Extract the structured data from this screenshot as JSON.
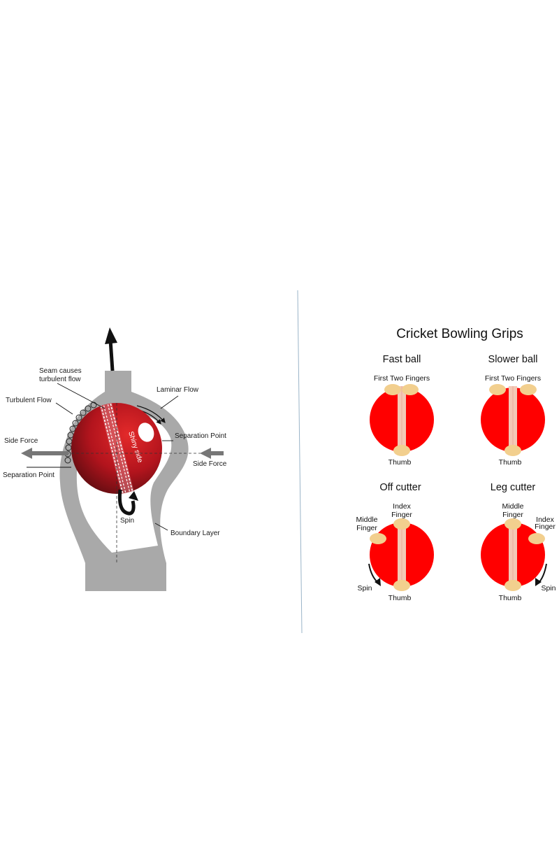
{
  "left_diagram": {
    "labels": {
      "seam_causes": "Seam causes",
      "turbulent_flow_small": "turbulent flow",
      "turbulent_flow": "Turbulent Flow",
      "laminar_flow": "Laminar Flow",
      "side_force_left": "Side Force",
      "side_force_right": "Side Force",
      "separation_point_left": "Separation Point",
      "separation_point_right": "Separation Point",
      "shiny_side": "Shiny side",
      "spin": "Spin",
      "boundary_layer": "Boundary Layer"
    },
    "colors": {
      "flow": "#a9a9a9",
      "ball": "#c0181e",
      "ball_dark": "#6a0f14",
      "arrow": "#777777"
    }
  },
  "grips": {
    "title": "Cricket Bowling Grips",
    "items": [
      {
        "name": "Fast ball",
        "top": "First Two Fingers",
        "bottom": "Thumb"
      },
      {
        "name": "Slower ball",
        "top": "First Two Fingers",
        "bottom": "Thumb"
      },
      {
        "name": "Off cutter",
        "top": "Index",
        "top2": "Finger",
        "side": "Middle",
        "side2": "Finger",
        "bottom": "Thumb",
        "spin": "Spin"
      },
      {
        "name": "Leg cutter",
        "top": "Middle",
        "top2": "Finger",
        "side": "Index",
        "side2": "Finger",
        "bottom": "Thumb",
        "spin": "Spin"
      }
    ],
    "colors": {
      "ball": "#ff0000",
      "seam": "#f3c9b6",
      "finger": "#f2cf8e"
    }
  }
}
